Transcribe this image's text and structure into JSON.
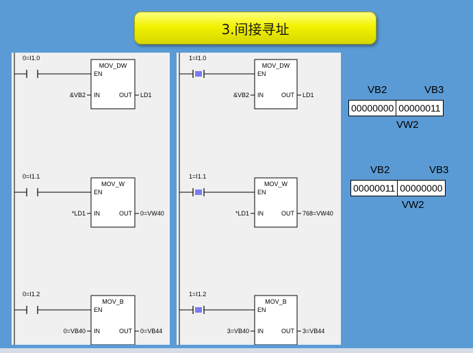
{
  "title": "3.间接寻址",
  "left_panel": {
    "rungs": [
      {
        "contact": "0=I1.0",
        "box": "MOV_DW",
        "en": "EN",
        "in_label": "IN",
        "out_label": "OUT",
        "in": "&VB2",
        "out": "LD1"
      },
      {
        "contact": "0=I1.1",
        "box": "MOV_W",
        "en": "EN",
        "in_label": "IN",
        "out_label": "OUT",
        "in": "*LD1",
        "out": "0=VW40"
      },
      {
        "contact": "0=I1.2",
        "box": "MOV_B",
        "en": "EN",
        "in_label": "IN",
        "out_label": "OUT",
        "in": "0=VB40",
        "out": "0=VB44"
      }
    ]
  },
  "right_panel": {
    "rungs": [
      {
        "contact": "1=I1.0",
        "box": "MOV_DW",
        "en": "EN",
        "in_label": "IN",
        "out_label": "OUT",
        "in": "&VB2",
        "out": "LD1"
      },
      {
        "contact": "1=I1.1",
        "box": "MOV_W",
        "en": "EN",
        "in_label": "IN",
        "out_label": "OUT",
        "in": "*LD1",
        "out": "768=VW40"
      },
      {
        "contact": "1=I1.2",
        "box": "MOV_B",
        "en": "EN",
        "in_label": "IN",
        "out_label": "OUT",
        "in": "3=VB40",
        "out": "3=VB44"
      }
    ]
  },
  "registers": [
    {
      "high_label": "VB2",
      "low_label": "VB3",
      "high_value": "00000000",
      "low_value": "00000011",
      "word_label": "VW2"
    },
    {
      "high_label": "VB2",
      "low_label": "VB3",
      "high_value": "00000011",
      "low_value": "00000000",
      "word_label": "VW2"
    }
  ],
  "colors": {
    "background": "#5b9bd5",
    "banner": "#f2f200",
    "panel": "#f0f0f0",
    "energized_contact": "#7b7bf0"
  }
}
